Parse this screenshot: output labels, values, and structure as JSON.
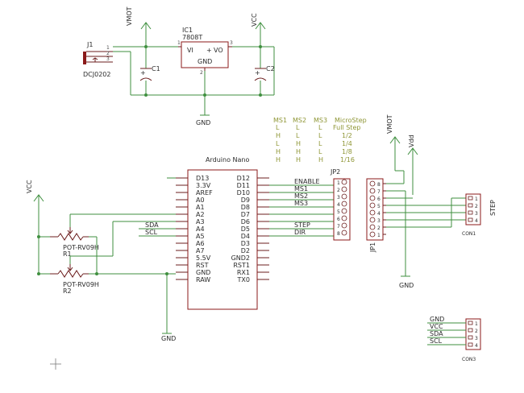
{
  "power_section": {
    "vmot_label": "VMOT",
    "vcc_label": "VCC",
    "ic1_name": "IC1",
    "ic1_value": "7808T",
    "ic1_pin_vi": "VI",
    "ic1_pin_vo": "VO",
    "ic1_pin_gnd": "GND",
    "ic1_pin_plus": "+",
    "ic1_pin1": "1",
    "ic1_pin2": "2",
    "ic1_pin3": "3",
    "j1_name": "J1",
    "j1_value": "DCJ0202",
    "j1_pin1": "1",
    "j1_pin2": "2",
    "j1_pin3": "3",
    "c1_name": "C1",
    "c2_name": "C2",
    "gnd_label": "GND"
  },
  "microstep_table": {
    "headers": [
      "MS1",
      "MS2",
      "MS3",
      "MicroStep"
    ],
    "rows": [
      [
        "L",
        "L",
        "L",
        "Full Step"
      ],
      [
        "H",
        "L",
        "L",
        "1/2"
      ],
      [
        "L",
        "H",
        "L",
        "1/4"
      ],
      [
        "H",
        "H",
        "L",
        "1/8"
      ],
      [
        "H",
        "H",
        "H",
        "1/16"
      ]
    ]
  },
  "arduino": {
    "title": "Arduino Nano",
    "left_pins": [
      "D13",
      "3.3V",
      "AREF",
      "A0",
      "A1",
      "A2",
      "A3",
      "A4",
      "A5",
      "A6",
      "A7",
      "5.5V",
      "RST",
      "GND",
      "RAW"
    ],
    "right_pins": [
      "D12",
      "D11",
      "D10",
      "D9",
      "D8",
      "D7",
      "D6",
      "D5",
      "D4",
      "D3",
      "D2",
      "GND2",
      "RST1",
      "RX1",
      "TX0"
    ]
  },
  "left_section": {
    "vcc_label": "VCC",
    "gnd_label": "GND",
    "sda_label": "SDA",
    "scl_label": "SCL",
    "r1_value": "POT-RV09H",
    "r1_name": "R1",
    "r2_value": "POT-RV09H",
    "r2_name": "R2"
  },
  "nets": {
    "enable": "ENABLE",
    "ms1": "MS1",
    "ms2": "MS2",
    "ms3": "MS3",
    "step": "STEP",
    "dir": "DIR"
  },
  "jp2": {
    "name": "JP2",
    "pins": [
      "1",
      "2",
      "3",
      "4",
      "5",
      "6",
      "7",
      "8"
    ]
  },
  "jp1": {
    "name": "JP1",
    "pins": [
      "8",
      "7",
      "6",
      "5",
      "4",
      "3",
      "2",
      "1"
    ]
  },
  "right_section": {
    "vmot_label": "VMOT",
    "vdd_label": "Vdd",
    "gnd_label": "GND"
  },
  "con1": {
    "name": "CON1",
    "label": "STEP",
    "pins": [
      "1",
      "2",
      "3",
      "4"
    ]
  },
  "con3": {
    "name": "CON3",
    "pins": [
      "1",
      "2",
      "3",
      "4"
    ],
    "nets": [
      "GND",
      "VCC",
      "SDA",
      "SCL"
    ]
  }
}
